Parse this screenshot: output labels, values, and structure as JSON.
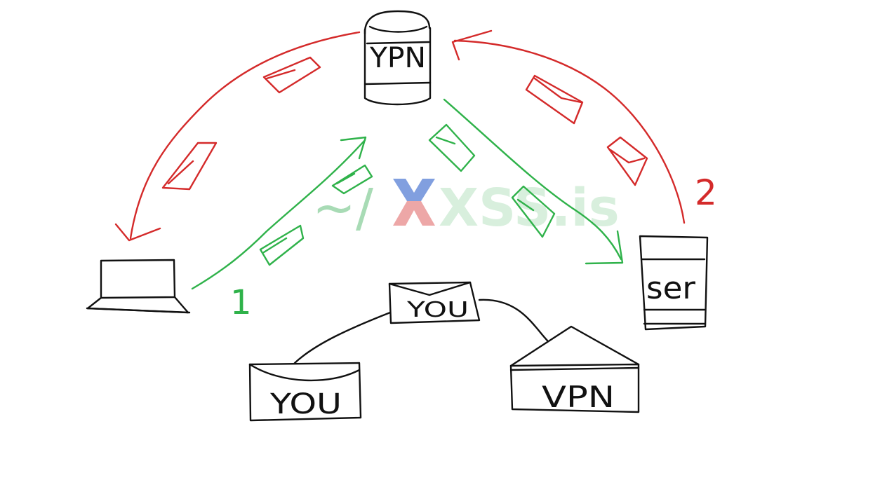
{
  "nodes": {
    "vpn_server": {
      "label": "YPN"
    },
    "destination_server": {
      "label": "ser"
    },
    "client_computer": {
      "label": ""
    }
  },
  "paths": {
    "green_label": "1",
    "red_label": "2"
  },
  "envelopes": {
    "middle": {
      "label": "YOU"
    },
    "bottom_left": {
      "label": "YOU"
    },
    "bottom_right": {
      "label": "VPN"
    }
  },
  "watermark": {
    "prefix": "~/",
    "brand": "XSS.is"
  },
  "colors": {
    "outbound": "#2fb24a",
    "return": "#d42a2a",
    "ink": "#111111",
    "watermark_prefix": "#9fd8ae",
    "watermark_x_top": "#5a82d6",
    "watermark_x_bottom": "#e88c8c",
    "watermark_text": "#c8e9d0"
  }
}
